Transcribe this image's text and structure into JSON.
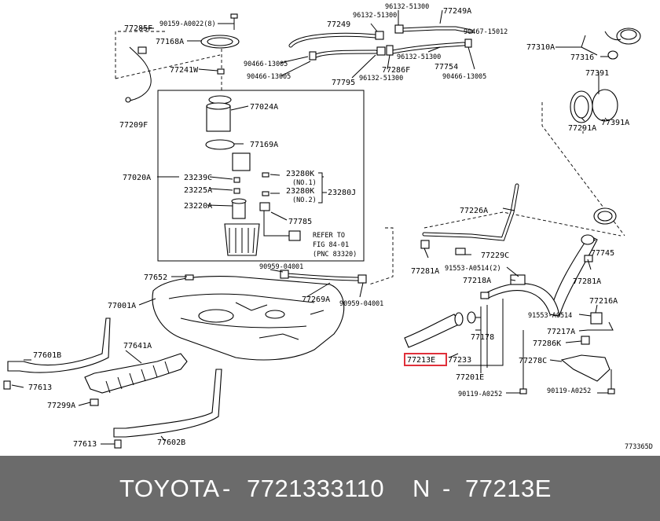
{
  "labels": {
    "l90159_a0022": "90159-A0022(8)",
    "l77285f": "77285F",
    "l77168a": "77168A",
    "l77241w": "77241W",
    "l77209f": "77209F",
    "l77024a": "77024A",
    "l77169a": "77169A",
    "l77020a": "77020A",
    "l23239c": "23239C",
    "l23225a": "23225A",
    "l23220a": "23220A",
    "l23280k_1": "23280K",
    "l_no1": "(NO.1)",
    "l23280k_2": "23280K",
    "l_no2": "(NO.2)",
    "l23280j": "23280J",
    "l77785": "77785",
    "l_refer1": "REFER TO",
    "l_refer2": "FIG 84-01",
    "l_refer3": "(PNC 83320)",
    "l77249": "77249",
    "l96132_a": "96132-51300",
    "l96132_b": "96132-51300",
    "l77249a": "77249A",
    "l90467": "90467-15012",
    "l90466_a": "90466-13005",
    "l90466_b": "90466-13005",
    "l77286f": "77286F",
    "l96132_c": "96132-51300",
    "l77754": "77754",
    "l77795": "77795",
    "l96132_d": "96132-51300",
    "l90466_c": "90466-13005",
    "l77310a": "77310A",
    "l77316": "77316",
    "l77391": "77391",
    "l77291a": "77291A",
    "l77391a": "77391A",
    "l77226a": "77226A",
    "l77745": "77745",
    "l77229c": "77229C",
    "l77281a_1": "77281A",
    "l91553_a2": "91553-A0514(2)",
    "l77218a": "77218A",
    "l77281a_2": "77281A",
    "l77652": "77652",
    "l90959_a": "90959-04001",
    "l77001a": "77001A",
    "l77269a": "77269A",
    "l90959_b": "90959-04001",
    "l77216a": "77216A",
    "l91553_a": "91553-A0514",
    "l77217a": "77217A",
    "l77286k": "77286K",
    "l77178": "77178",
    "l77213e": "77213E",
    "l77233": "77233",
    "l77201e": "77201E",
    "l77278c": "77278C",
    "l90119_a": "90119-A0252",
    "l90119_b": "90119-A0252",
    "l77601b": "77601B",
    "l77641a": "77641A",
    "l77613_a": "77613",
    "l77299a": "77299A",
    "l77613_b": "77613",
    "l77602b": "77602B",
    "l773365d": "773365D"
  },
  "highlight_color": "#e0303a",
  "footer": {
    "brand": "TOYOTA",
    "sep1": "-",
    "part_number": "7721333110",
    "n": "N",
    "sep2": "-",
    "ref": "77213E"
  }
}
